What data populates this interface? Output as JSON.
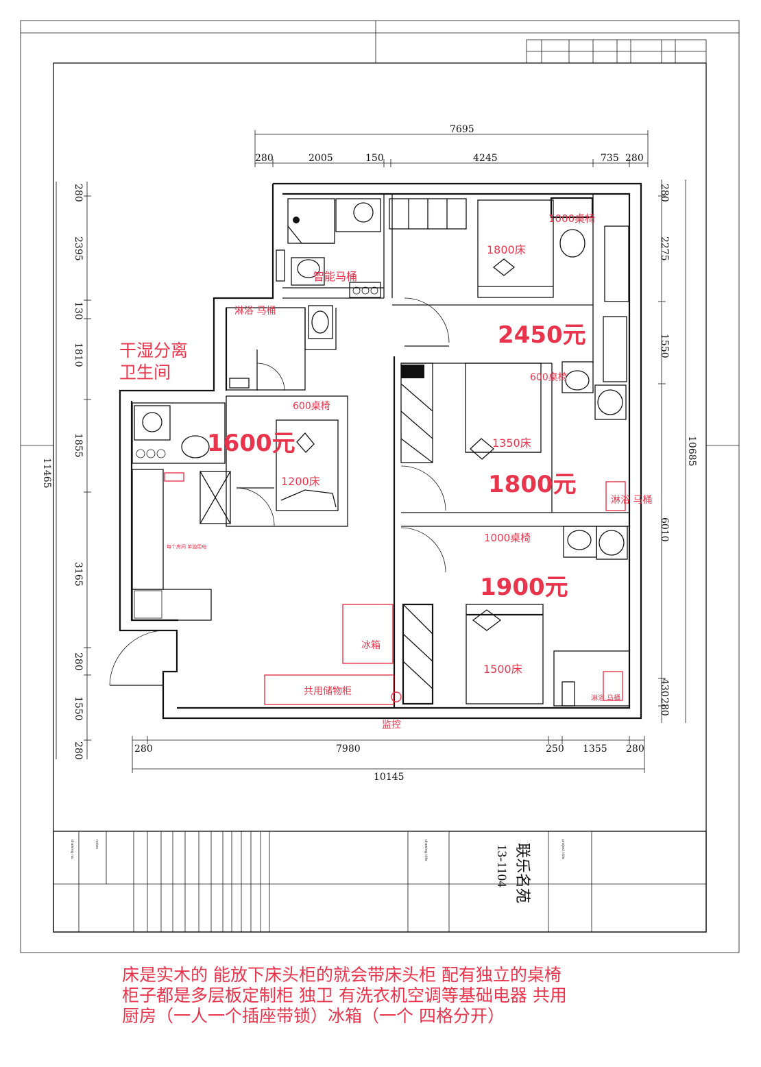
{
  "dimensions": {
    "top_total": "7695",
    "top": [
      "280",
      "2005",
      "150",
      "4245",
      "735",
      "280"
    ],
    "bottom_total": "10145",
    "bottom": [
      "280",
      "7980",
      "250",
      "1355",
      "280"
    ],
    "left_total": "11465",
    "left": [
      "280",
      "2395",
      "130",
      "1810",
      "1855",
      "3165",
      "280",
      "1550",
      "280"
    ],
    "right_total": "10685",
    "right": [
      "280",
      "2275",
      "1550",
      "6010",
      "430",
      "280"
    ]
  },
  "labels": {
    "dry_wet": "干湿分离",
    "bathroom": "卫生间",
    "smart_toilet": "智能马桶",
    "shower_toilet_1": "淋浴 马桶",
    "shower_toilet_2": "淋浴 马桶",
    "shower_toilet_3": "淋浴 马桶",
    "desk_1000_a": "1000桌椅",
    "desk_1000_b": "1000桌椅",
    "desk_600_a": "600桌椅",
    "desk_600_b": "600桌椅",
    "bed_1800": "1800床",
    "bed_1350": "1350床",
    "bed_1200": "1200床",
    "bed_1500": "1500床",
    "fridge": "冰箱",
    "storage": "共用储物柜",
    "monitor": "监控",
    "socket_note": "每个房间 单独用电"
  },
  "prices": {
    "room_a": "2450元",
    "room_b": "1800元",
    "room_c": "1600元",
    "room_d": "1900元"
  },
  "title_block": {
    "project": "联乐名苑",
    "unit": "13-1104"
  },
  "note_lines": [
    "床是实木的 能放下床头柜的就会带床头柜 配有独立的桌椅",
    "柜子都是多层板定制柜 独卫 有洗衣机空调等基础电器 共用",
    "厨房（一人一个插座带锁）冰箱（一个 四格分开）"
  ],
  "colors": {
    "annotation": "#e8344c",
    "line": "#111111"
  }
}
